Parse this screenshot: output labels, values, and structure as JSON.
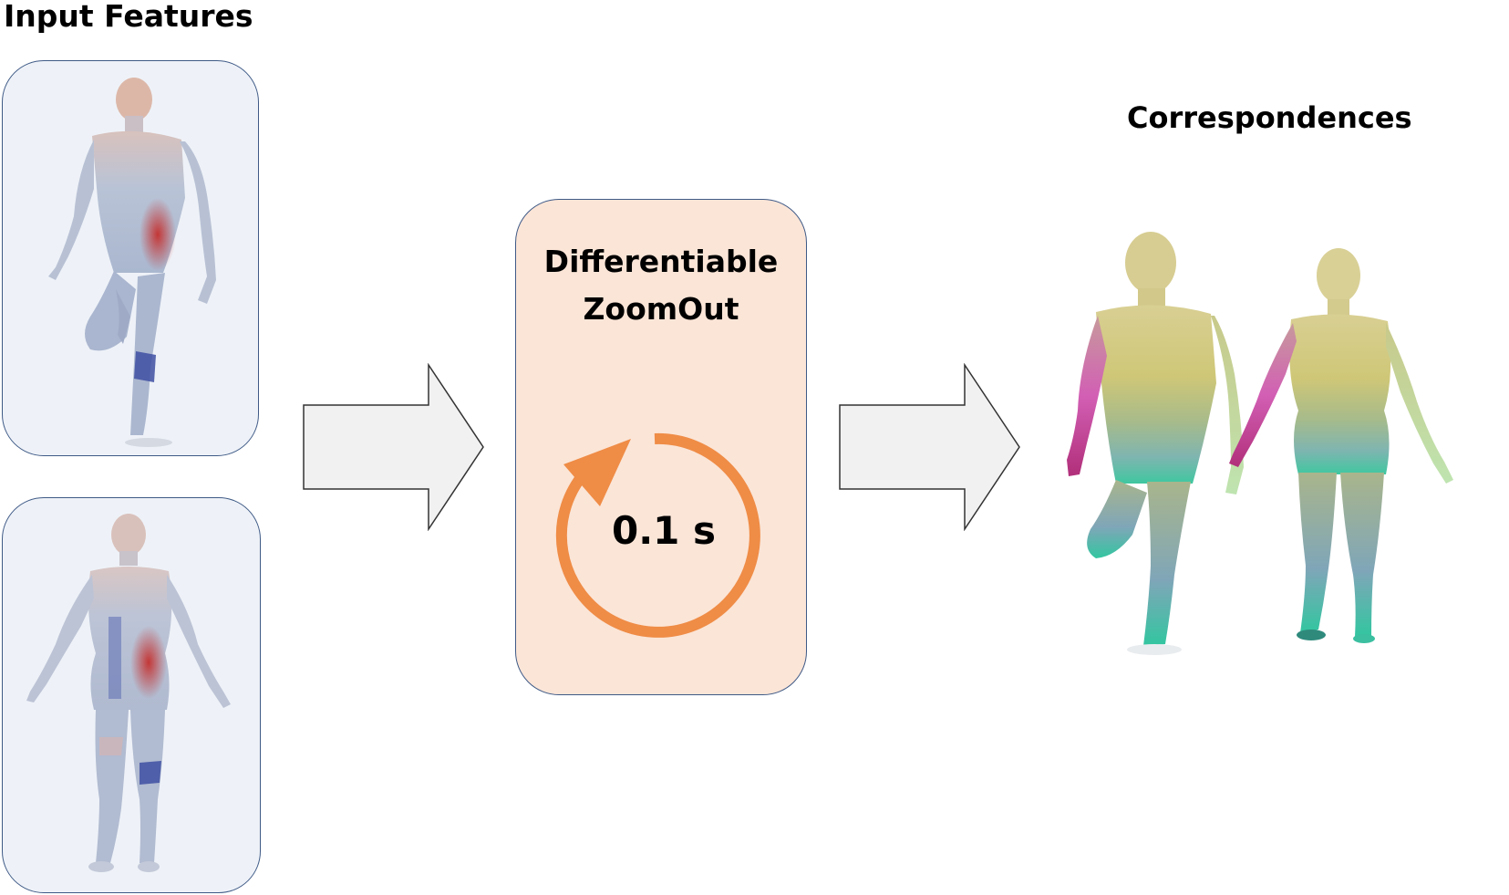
{
  "input_features": {
    "title": "Input Features"
  },
  "zoomout": {
    "line1": "Differentiable",
    "line2": "ZoomOut",
    "time": "0.1 s"
  },
  "correspondences": {
    "title": "Correspondences"
  },
  "colors": {
    "panel_fill": "#eef2f8",
    "panel_border": "#3f5a86",
    "zoom_fill": "#fbe5d7",
    "arrow_fill": "#f1f1f1",
    "arrow_stroke": "#333333",
    "cycle_orange": "#ef8c46",
    "feature_red": "#c4302e",
    "feature_blue": "#3e4fa2"
  }
}
